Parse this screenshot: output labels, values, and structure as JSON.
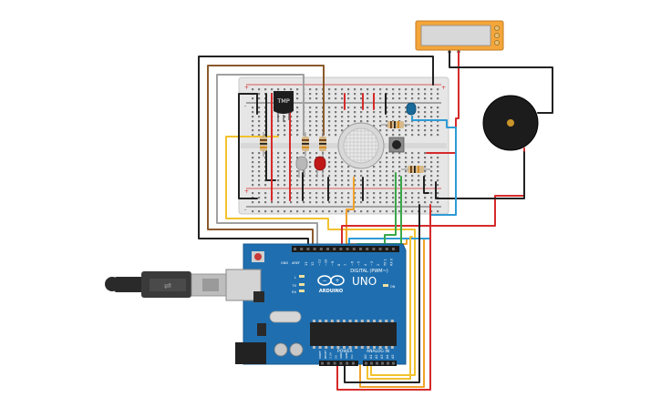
{
  "sensor_label": "TMP",
  "board": {
    "brand": "ARDUINO",
    "model": "UNO",
    "digital_header": "DIGITAL (PWM~)",
    "power_header": "POWER",
    "analog_header": "ANALOG IN",
    "aref": "AREF",
    "gnd": "GND",
    "led_l": "L",
    "led_tx": "TX",
    "led_rx": "RX",
    "led_on": "ON",
    "digital_pins": [
      "13",
      "12",
      "~11",
      "~10",
      "~9",
      "8",
      "7",
      "~6",
      "~5",
      "4",
      "~3",
      "2",
      "TX 1",
      "RX 0"
    ],
    "power_pins": [
      "IOREF",
      "RESET",
      "3.3V",
      "5V",
      "GND",
      "GND",
      "Vin"
    ],
    "analog_pins": [
      "A0",
      "A1",
      "A2",
      "A3",
      "A4",
      "A5"
    ]
  },
  "colors": {
    "board": "#1f6fb0",
    "breadboard": "#ececec",
    "wire_red": "#d62a2a",
    "wire_black": "#222222",
    "wire_yellow": "#f2c22e",
    "wire_orange": "#f0a22b",
    "wire_brown": "#8b5a2b",
    "wire_gray": "#9a9a9a",
    "wire_green": "#3aa84a",
    "wire_blue": "#2e9bd6",
    "lcd_frame": "#f4a63a"
  }
}
